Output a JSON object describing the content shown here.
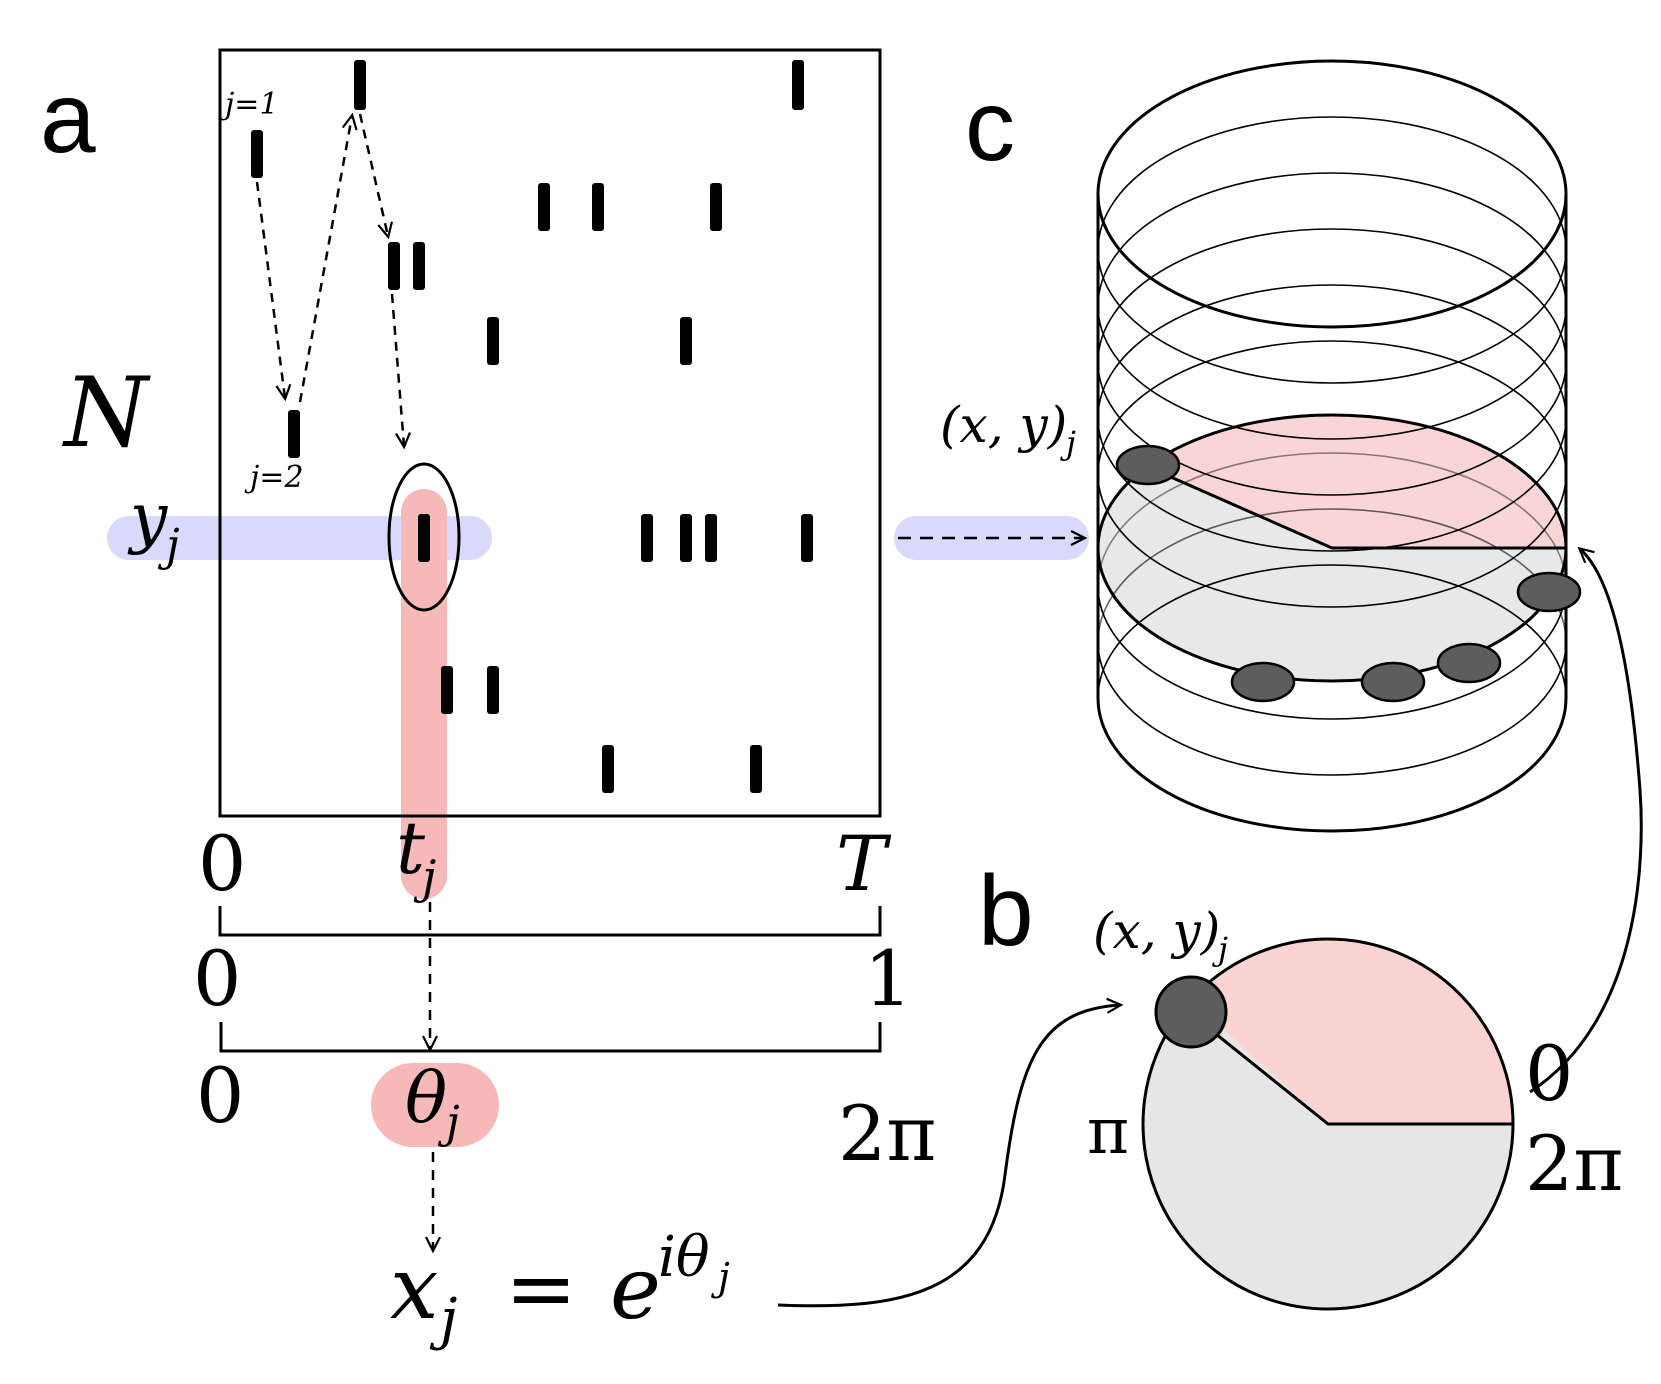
{
  "panels": {
    "a": "a",
    "b": "b",
    "c": "c"
  },
  "raster": {
    "y_label": "N",
    "j1_label": "j=1",
    "j2_label": "j=2",
    "yj_label": "y",
    "yj_sub": "j",
    "tj_label": "t",
    "tj_sub": "j"
  },
  "scales": {
    "time": {
      "start": "0",
      "end": "T"
    },
    "unit": {
      "start": "0",
      "end": "1"
    },
    "phase": {
      "start": "0",
      "end": "2π",
      "theta": "θ",
      "theta_sub": "j"
    }
  },
  "formula": {
    "lhs": "x",
    "lhs_sub": "j",
    "eq": "=",
    "base": "e",
    "exp": "iθ",
    "exp_sub": "j"
  },
  "circle": {
    "point_label": "(x, y)",
    "point_sub": "j",
    "label_zero": "0",
    "label_pi": "π",
    "label_two_pi": "2π"
  },
  "cylinder": {
    "point_label": "(x, y)",
    "point_sub": "j"
  },
  "colors": {
    "highlight_red": "#f7b8b8",
    "highlight_blue": "#d9d9fb",
    "sector_pink": "#fbd3d3",
    "disk_grey": "#e7e6e6",
    "point_grey": "#5d5d5d"
  }
}
